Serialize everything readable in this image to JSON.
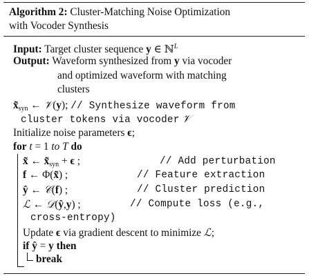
{
  "algorithm": {
    "label": "Algorithm 2:",
    "title_line1": "Cluster-Matching Noise Optimization",
    "title_line2": "with Vocoder Synthesis"
  },
  "input": {
    "keyword": "Input:",
    "text": "Target cluster sequence",
    "set_symbol": "ℕ",
    "exponent": "L"
  },
  "output": {
    "keyword": "Output:",
    "line1_a": "Waveform synthesized from",
    "line1_b": "via vocoder",
    "line2": "and optimized waveform with matching",
    "line3": "clusters"
  },
  "synth": {
    "comment_line1": "// Synthesize waveform from",
    "comment_line2_a": "cluster tokens via vocoder",
    "vocoder": "𝒱"
  },
  "init": {
    "text": "Initialize noise parameters",
    "symbol": "ϵ"
  },
  "loop": {
    "for_kw": "for",
    "start": "1",
    "to_kw": "to",
    "end": "T",
    "do_kw": "do"
  },
  "steps": {
    "perturb_comment": "// Add perturbation",
    "feature_comment": "// Feature extraction",
    "cluster_comment": "// Cluster prediction",
    "loss_comment_1": "// Compute loss (e.g.,",
    "loss_comment_2": "cross-entropy)",
    "update_text_a": "Update",
    "update_text_b": "via gradient descent to minimize",
    "if_kw": "if",
    "then_kw": "then",
    "break_kw": "break"
  },
  "symbols": {
    "y": "y",
    "x_tilde": "x̃",
    "syn": "syn",
    "f": "f",
    "y_hat": "ŷ",
    "Phi": "Φ",
    "C": "𝒞",
    "D": "𝒟",
    "L": "ℒ",
    "t": "t",
    "arrow": "←",
    "in": "∈"
  }
}
